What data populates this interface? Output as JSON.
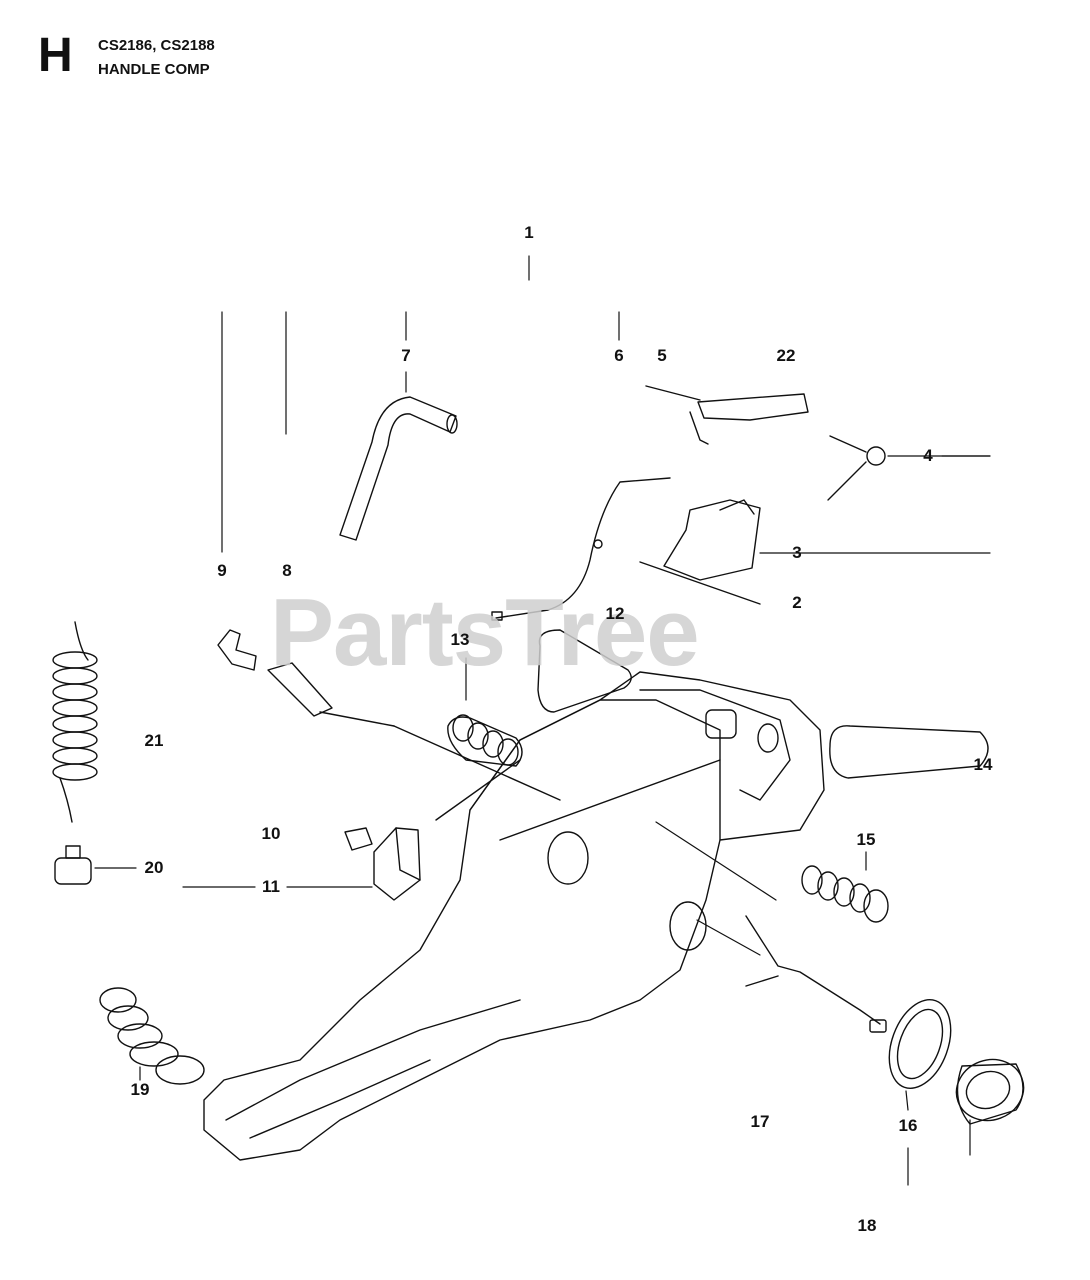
{
  "header": {
    "section_letter": "H",
    "models": "CS2186, CS2188",
    "section_name": "HANDLE COMP"
  },
  "watermark": "PartsTree",
  "callouts": [
    "1",
    "2",
    "3",
    "4",
    "5",
    "6",
    "7",
    "8",
    "9",
    "10",
    "11",
    "12",
    "13",
    "14",
    "15",
    "16",
    "17",
    "18",
    "19",
    "20",
    "21",
    "22"
  ]
}
